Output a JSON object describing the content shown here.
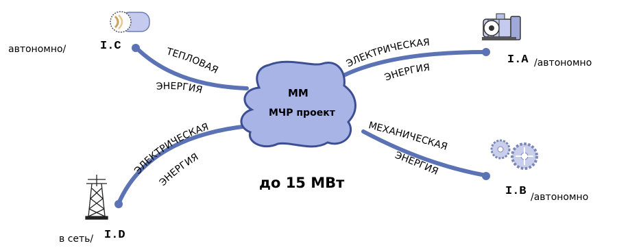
{
  "center": {
    "line1": "MM",
    "line2": "МЧР проект"
  },
  "capacity": "до 15 МВт",
  "branches": {
    "thermal": {
      "code": "I.C",
      "mode": "автономно/",
      "energy_line1": "ТЕПЛОВАЯ",
      "energy_line2": "ЭНЕРГИЯ"
    },
    "electric_top": {
      "code": "I.A",
      "mode": "/автономно",
      "energy_line1": "ЭЛЕКТРИЧЕСКАЯ",
      "energy_line2": "ЭНЕРГИЯ"
    },
    "mechanical": {
      "code": "I.B",
      "mode": "/автономно",
      "energy_line1": "МЕХАНИЧЕСКАЯ",
      "energy_line2": "ЭНЕРГИЯ"
    },
    "grid": {
      "code": "I.D",
      "mode": "в сеть/",
      "energy_line1": "ЭЛЕКТРИЧЕСКАЯ",
      "energy_line2": "ЭНЕРГИЯ"
    }
  },
  "colors": {
    "line": "#5b73b4",
    "cloud_fill": "#a8b3e6",
    "cloud_stroke": "#3c4f93"
  }
}
